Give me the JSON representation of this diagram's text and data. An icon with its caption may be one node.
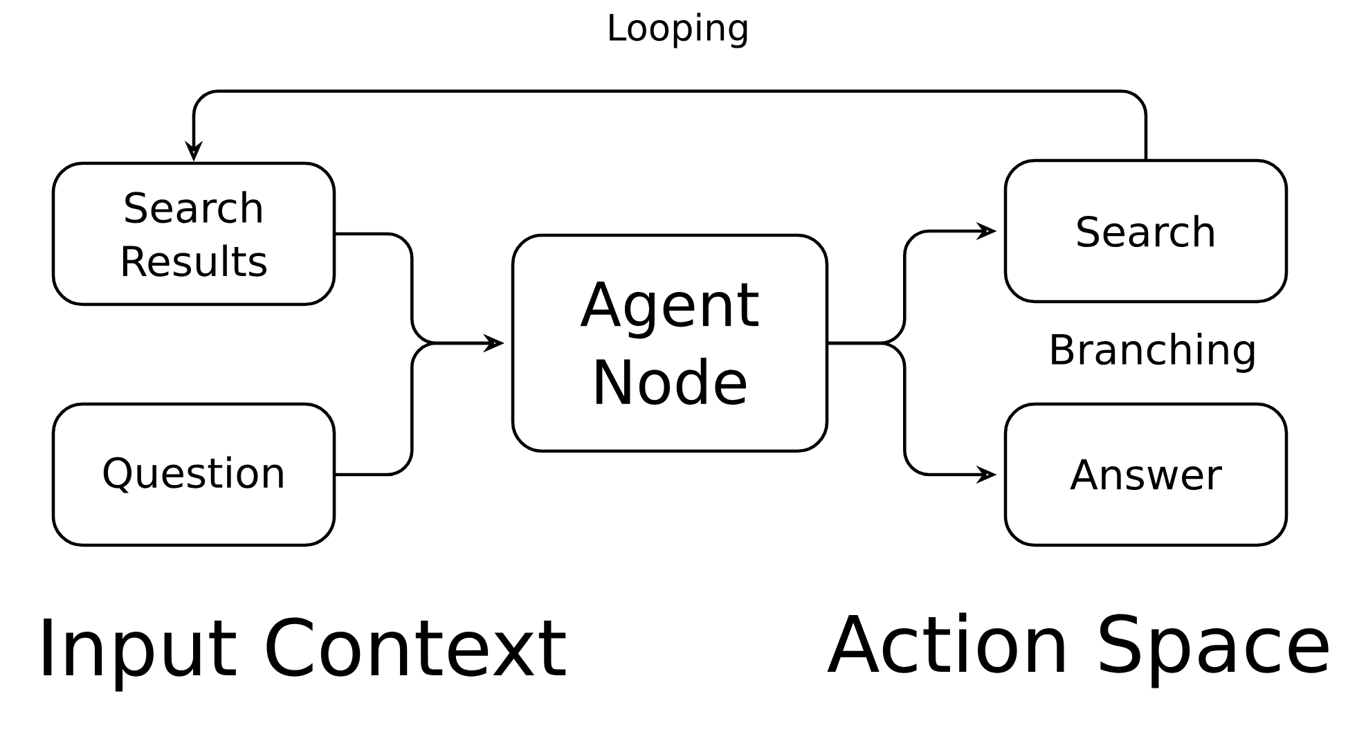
{
  "diagram": {
    "nodes": [
      {
        "text": [
          "Search Results"
        ]
      },
      {
        "text": [
          "Question"
        ]
      },
      {
        "text": [
          "Agent Node"
        ]
      },
      {
        "text": [
          "Search"
        ]
      },
      {
        "text": [
          "Answer"
        ]
      }
    ],
    "edges": [
      {
        "from": 0,
        "to": 2,
        "arrow": "to"
      },
      {
        "from": 1,
        "to": 2,
        "arrow": "to"
      },
      {
        "from": 2,
        "to": 3,
        "arrow": "to"
      },
      {
        "from": 2,
        "to": 4,
        "arrow": "to"
      },
      {
        "from": 3,
        "to": 0,
        "arrow": "to",
        "label": "Looping"
      }
    ],
    "labels": [
      "Branching",
      "Input Context",
      "Action Space"
    ]
  }
}
